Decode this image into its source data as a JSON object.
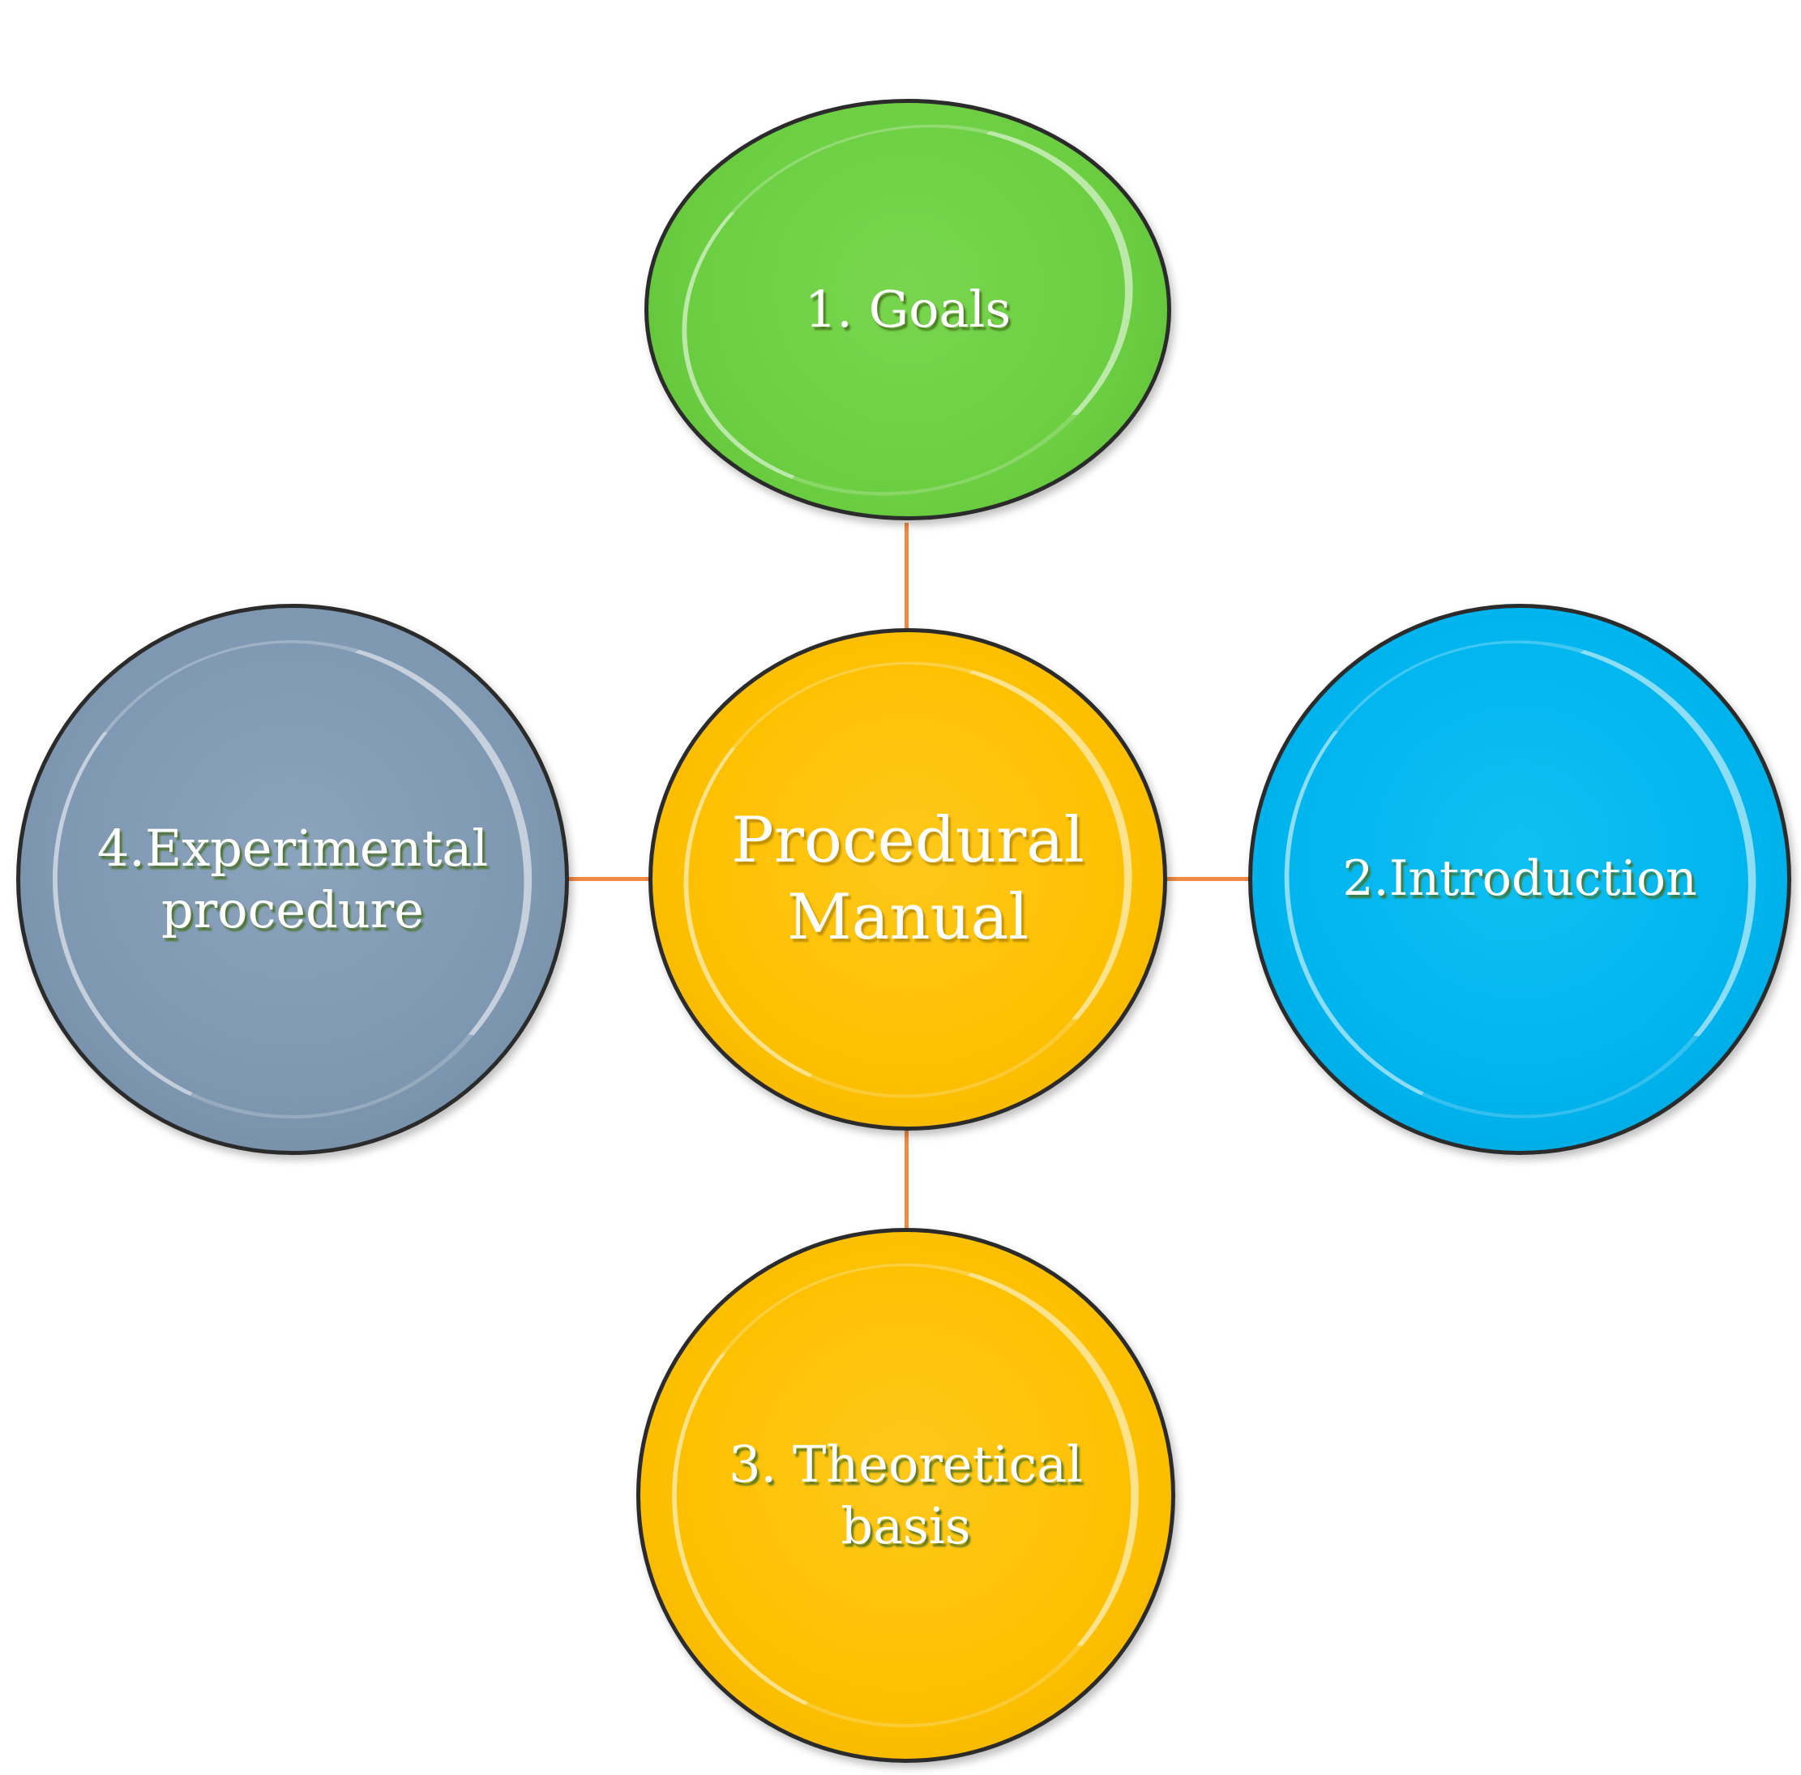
{
  "diagram": {
    "center": {
      "label": "Procedural\nManual",
      "color": "#FDC000"
    },
    "nodes": [
      {
        "id": "goals",
        "label": "1. Goals",
        "position": "top",
        "color": "#6CCF42"
      },
      {
        "id": "introduction",
        "label": "2.Introduction",
        "position": "right",
        "color": "#00B4EE"
      },
      {
        "id": "theoretical-basis",
        "label": "3. Theoretical\nbasis",
        "position": "bottom",
        "color": "#FDC000"
      },
      {
        "id": "experimental-procedure",
        "label": "4.Experimental\nprocedure",
        "position": "left",
        "color": "#7F98B2"
      }
    ],
    "connector_color": "#F08A43",
    "border_color": "#2B2B2B"
  }
}
